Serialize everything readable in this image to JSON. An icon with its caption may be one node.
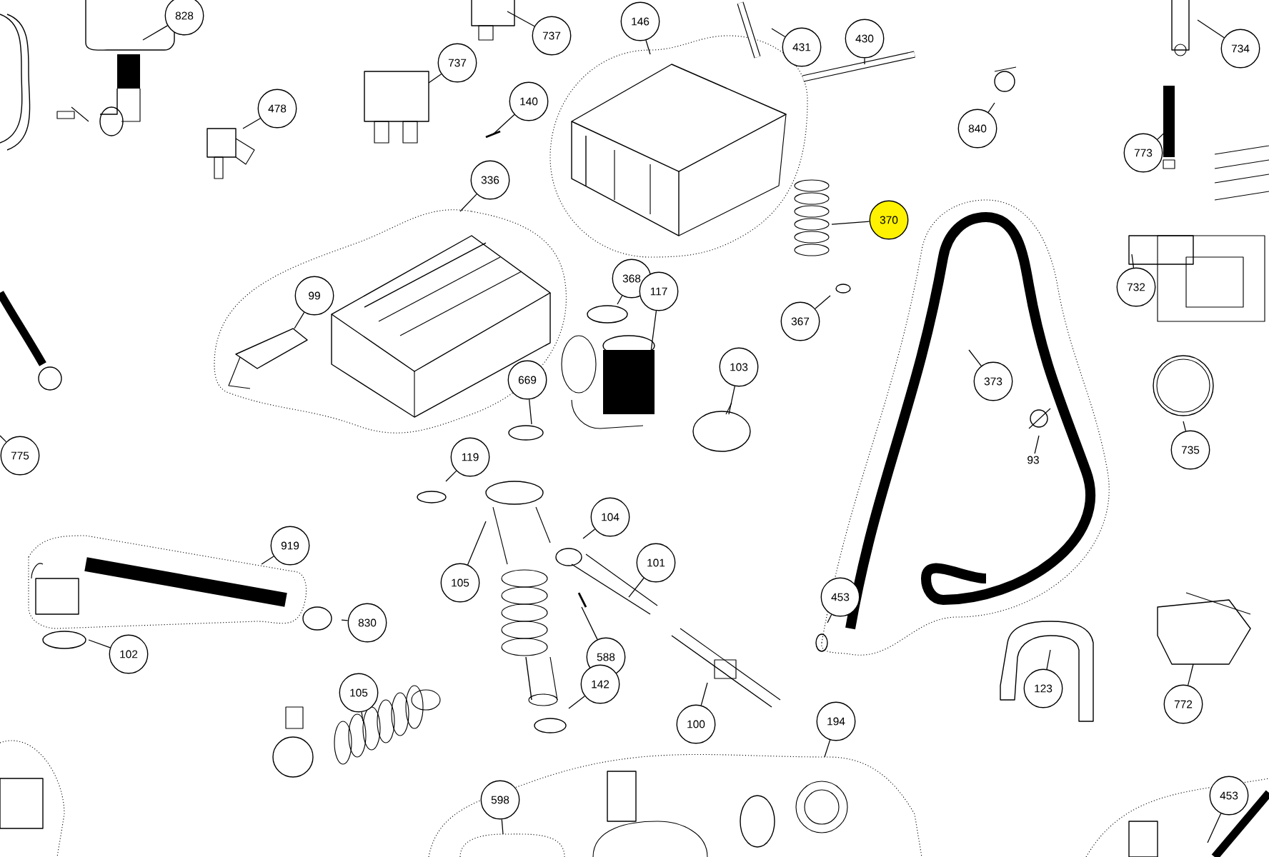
{
  "diagram": {
    "nodes": [
      {
        "text": [
          "828"
        ]
      },
      {
        "text": [
          "737"
        ]
      },
      {
        "text": [
          "146"
        ]
      },
      {
        "text": [
          "431"
        ]
      },
      {
        "text": [
          "430"
        ]
      },
      {
        "text": [
          "734"
        ]
      },
      {
        "text": [
          "737"
        ]
      },
      {
        "text": [
          "140"
        ]
      },
      {
        "text": [
          "478"
        ]
      },
      {
        "text": [
          "840"
        ]
      },
      {
        "text": [
          "773"
        ]
      },
      {
        "text": [
          "336"
        ]
      },
      {
        "text": [
          "370"
        ]
      },
      {
        "text": [
          "368"
        ]
      },
      {
        "text": [
          "732"
        ]
      },
      {
        "text": [
          "117"
        ]
      },
      {
        "text": [
          "99"
        ]
      },
      {
        "text": [
          "367"
        ]
      },
      {
        "text": [
          "103"
        ]
      },
      {
        "text": [
          "373"
        ]
      },
      {
        "text": [
          "669"
        ]
      },
      {
        "text": [
          "775"
        ]
      },
      {
        "text": [
          "735"
        ]
      },
      {
        "text": [
          "93"
        ]
      },
      {
        "text": [
          "119"
        ]
      },
      {
        "text": [
          "104"
        ]
      },
      {
        "text": [
          "919"
        ]
      },
      {
        "text": [
          "101"
        ]
      },
      {
        "text": [
          "105"
        ]
      },
      {
        "text": [
          "453"
        ]
      },
      {
        "text": [
          "830"
        ]
      },
      {
        "text": [
          "102"
        ]
      },
      {
        "text": [
          "588"
        ]
      },
      {
        "text": [
          "142"
        ]
      },
      {
        "text": [
          "123"
        ]
      },
      {
        "text": [
          "105"
        ]
      },
      {
        "text": [
          "772"
        ]
      },
      {
        "text": [
          "100"
        ]
      },
      {
        "text": [
          "194"
        ]
      },
      {
        "text": [
          "598"
        ]
      },
      {
        "text": [
          "453"
        ]
      }
    ],
    "edges": [
      {
        "from": 0,
        "to": null,
        "arrow": "none"
      },
      {
        "from": 1,
        "to": null,
        "arrow": "none"
      },
      {
        "from": 2,
        "to": null,
        "arrow": "none"
      },
      {
        "from": 3,
        "to": null,
        "arrow": "none"
      },
      {
        "from": 4,
        "to": null,
        "arrow": "none"
      },
      {
        "from": 5,
        "to": null,
        "arrow": "none"
      },
      {
        "from": 6,
        "to": null,
        "arrow": "none"
      },
      {
        "from": 7,
        "to": null,
        "arrow": "none"
      },
      {
        "from": 8,
        "to": null,
        "arrow": "none"
      },
      {
        "from": 9,
        "to": null,
        "arrow": "none"
      },
      {
        "from": 10,
        "to": null,
        "arrow": "none"
      },
      {
        "from": 11,
        "to": null,
        "arrow": "none"
      },
      {
        "from": 12,
        "to": null,
        "arrow": "none"
      },
      {
        "from": 13,
        "to": null,
        "arrow": "none"
      },
      {
        "from": 14,
        "to": null,
        "arrow": "none"
      },
      {
        "from": 15,
        "to": null,
        "arrow": "none"
      },
      {
        "from": 16,
        "to": null,
        "arrow": "none"
      },
      {
        "from": 17,
        "to": null,
        "arrow": "none"
      },
      {
        "from": 18,
        "to": null,
        "arrow": "none"
      },
      {
        "from": 19,
        "to": null,
        "arrow": "none"
      },
      {
        "from": 20,
        "to": null,
        "arrow": "none"
      },
      {
        "from": 21,
        "to": null,
        "arrow": "none"
      },
      {
        "from": 22,
        "to": null,
        "arrow": "none"
      },
      {
        "from": 23,
        "to": null,
        "arrow": "none"
      },
      {
        "from": 24,
        "to": null,
        "arrow": "none"
      },
      {
        "from": 25,
        "to": null,
        "arrow": "none"
      },
      {
        "from": 26,
        "to": null,
        "arrow": "none"
      },
      {
        "from": 27,
        "to": null,
        "arrow": "none"
      },
      {
        "from": 28,
        "to": null,
        "arrow": "none"
      },
      {
        "from": 29,
        "to": null,
        "arrow": "none"
      },
      {
        "from": 30,
        "to": null,
        "arrow": "none"
      },
      {
        "from": 31,
        "to": null,
        "arrow": "none"
      },
      {
        "from": 32,
        "to": null,
        "arrow": "none"
      },
      {
        "from": 33,
        "to": null,
        "arrow": "none"
      },
      {
        "from": 34,
        "to": null,
        "arrow": "none"
      },
      {
        "from": 35,
        "to": null,
        "arrow": "none"
      },
      {
        "from": 36,
        "to": null,
        "arrow": "none"
      },
      {
        "from": 37,
        "to": null,
        "arrow": "none"
      },
      {
        "from": 38,
        "to": null,
        "arrow": "none"
      },
      {
        "from": 39,
        "to": null,
        "arrow": "none"
      },
      {
        "from": 40,
        "to": null,
        "arrow": "none"
      }
    ]
  }
}
